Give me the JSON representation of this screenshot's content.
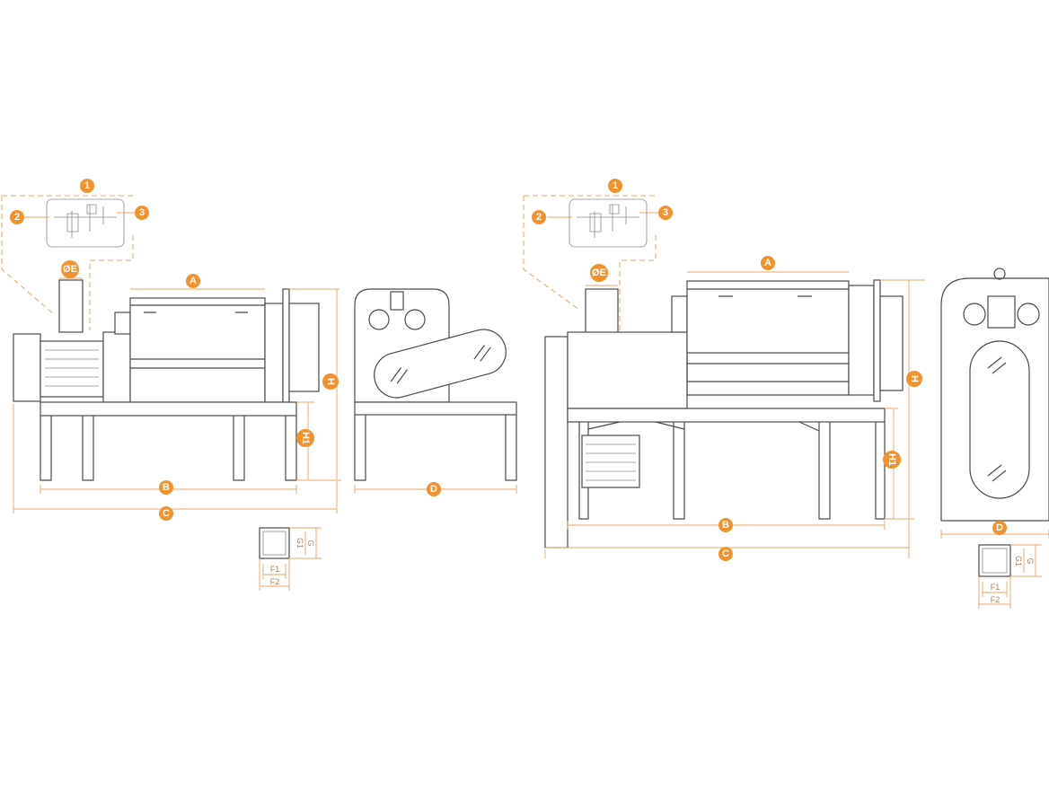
{
  "colors": {
    "accent": "#f0922e",
    "line": "#4a4a4a",
    "dimension": "#e8a46a"
  },
  "labels": {
    "callout_1": "1",
    "callout_2": "2",
    "callout_3": "3",
    "diameter_e": "ØE",
    "dim_a": "A",
    "dim_b": "B",
    "dim_c": "C",
    "dim_d": "D",
    "dim_h": "H",
    "dim_h1": "H1",
    "dim_g": "G",
    "dim_g1": "G1",
    "dim_f1": "F1",
    "dim_f2": "F2"
  }
}
